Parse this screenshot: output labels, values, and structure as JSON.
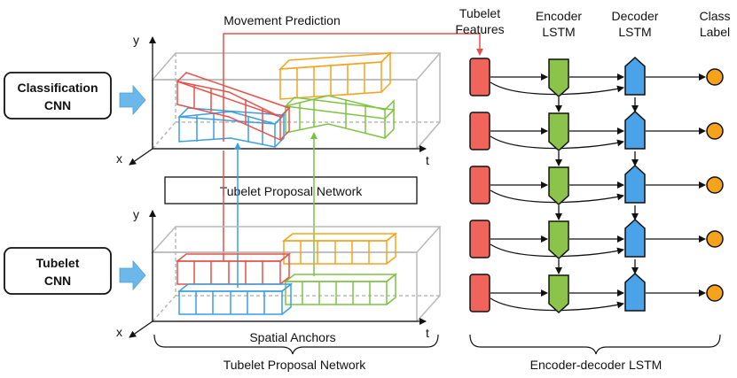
{
  "labels": {
    "movement_prediction": "Movement Prediction",
    "classification_cnn_line1": "Classification",
    "classification_cnn_line2": "CNN",
    "tubelet_cnn_line1": "Tubelet",
    "tubelet_cnn_line2": "CNN",
    "tubelet_proposal_network_box": "Tubelet Proposal Network",
    "spatial_anchors": "Spatial Anchors",
    "tubelet_proposal_network_caption": "Tubelet Proposal Network",
    "encoder_decoder_caption": "Encoder-decoder LSTM",
    "axis_y": "y",
    "axis_x": "x",
    "axis_t": "t"
  },
  "columns": {
    "tubelet_features_line1": "Tubelet",
    "tubelet_features_line2": "Features",
    "encoder_line1": "Encoder",
    "encoder_line2": "LSTM",
    "decoder_line1": "Decoder",
    "decoder_line2": "LSTM",
    "class_line1": "Class",
    "class_line2": "Label"
  },
  "colors": {
    "red": "#e8504a",
    "blue": "#3a9ee4",
    "orange": "#f5a31a",
    "green": "#7dc242",
    "feature_fill": "#f0645c",
    "encoder_fill": "#8cc34a",
    "decoder_fill": "#4aa3e8",
    "class_fill": "#f7a21b",
    "input_arrow": "#6db8ea",
    "box_gray": "#b8b8b8"
  },
  "lstm_steps": 5
}
